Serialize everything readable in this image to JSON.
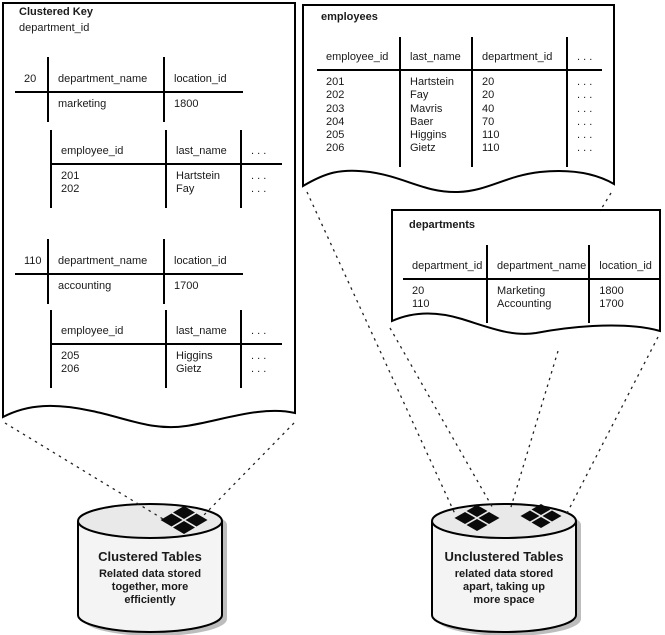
{
  "clustered_key_box": {
    "title": "Clustered Key",
    "subtitle": "department_id",
    "groups": [
      {
        "key": "20",
        "dept_headers": [
          "department_name",
          "location_id"
        ],
        "dept_row": [
          "marketing",
          "1800"
        ],
        "emp_headers": [
          "employee_id",
          "last_name",
          ". . ."
        ],
        "emp_rows": [
          [
            "201",
            "Hartstein",
            ". . ."
          ],
          [
            "202",
            "Fay",
            ". . ."
          ]
        ]
      },
      {
        "key": "110",
        "dept_headers": [
          "department_name",
          "location_id"
        ],
        "dept_row": [
          "accounting",
          "1700"
        ],
        "emp_headers": [
          "employee_id",
          "last_name",
          ". . ."
        ],
        "emp_rows": [
          [
            "205",
            "Higgins",
            ". . ."
          ],
          [
            "206",
            "Gietz",
            ". . ."
          ]
        ]
      }
    ]
  },
  "employees_box": {
    "title": "employees",
    "headers": [
      "employee_id",
      "last_name",
      "department_id",
      ". . ."
    ],
    "rows": [
      [
        "201",
        "Hartstein",
        "20",
        ". . ."
      ],
      [
        "202",
        "Fay",
        "20",
        ". . ."
      ],
      [
        "203",
        "Mavris",
        "40",
        ". . ."
      ],
      [
        "204",
        "Baer",
        "70",
        ". . ."
      ],
      [
        "205",
        "Higgins",
        "110",
        ". . ."
      ],
      [
        "206",
        "Gietz",
        "110",
        ". . ."
      ]
    ]
  },
  "departments_box": {
    "title": "departments",
    "headers": [
      "department_id",
      "department_name",
      "location_id"
    ],
    "rows": [
      [
        "20",
        "Marketing",
        "1800"
      ],
      [
        "110",
        "Accounting",
        "1700"
      ]
    ]
  },
  "clustered_cylinder": {
    "title": "Clustered Tables",
    "lines": [
      "Related data stored",
      "together, more",
      "efficiently"
    ],
    "icon": "diamond-cluster-icon"
  },
  "unclustered_cylinder": {
    "title": "Unclustered Tables",
    "lines": [
      "related data stored",
      "apart, taking up",
      "more space"
    ],
    "icons": [
      "diamond-cluster-icon",
      "diamond-cluster-icon"
    ]
  },
  "colors": {
    "line": "#000000",
    "text": "#1a1a1a",
    "cylinder_body": "#f4f4f4",
    "cylinder_top": "#e9e9e9",
    "shadow": "#bdbdbd",
    "background": "#ffffff"
  }
}
